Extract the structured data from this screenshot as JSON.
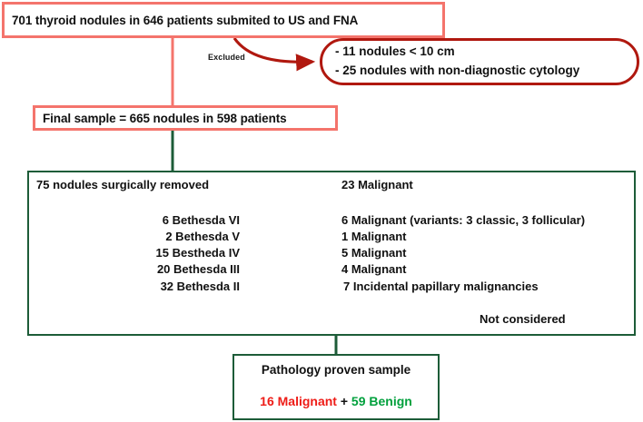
{
  "colors": {
    "pink_border": "#f4746c",
    "green_border": "#1d5c38",
    "dark_red": "#b0180f",
    "rose_arrow": "#c04a60",
    "malignant_red": "#ee1c17",
    "benign_green": "#00a03c",
    "text": "#111111"
  },
  "top_box": {
    "text": "701 thyroid nodules in 646 patients submited to US and FNA"
  },
  "excluded": {
    "label": "Excluded",
    "items": [
      "- 11 nodules < 10 cm",
      "- 25 nodules with non-diagnostic cytology"
    ]
  },
  "final_sample": {
    "text": "Final sample = 665 nodules in 598 patients"
  },
  "surgery_box": {
    "header": {
      "left": "75 nodules surgically removed",
      "right": "23 Malignant"
    },
    "rows": [
      {
        "left": "6 Bethesda VI",
        "right": "6 Malignant (variants: 3 classic, 3 follicular)",
        "circled": false
      },
      {
        "left": "2 Bethesda V",
        "right": "1 Malignant",
        "circled": false
      },
      {
        "left": "15 Bestheda IV",
        "right": "5 Malignant",
        "circled": false
      },
      {
        "left": "20 Bethesda III",
        "right": "4 Malignant",
        "circled": false
      },
      {
        "left": "32 Bethesda II",
        "right": "7 Incidental papillary malignancies",
        "circled": true
      }
    ],
    "not_considered": "Not considered"
  },
  "pathology_box": {
    "title": "Pathology proven sample",
    "malignant": "16 Malignant",
    "plus": "+",
    "benign": "59 Benign"
  }
}
